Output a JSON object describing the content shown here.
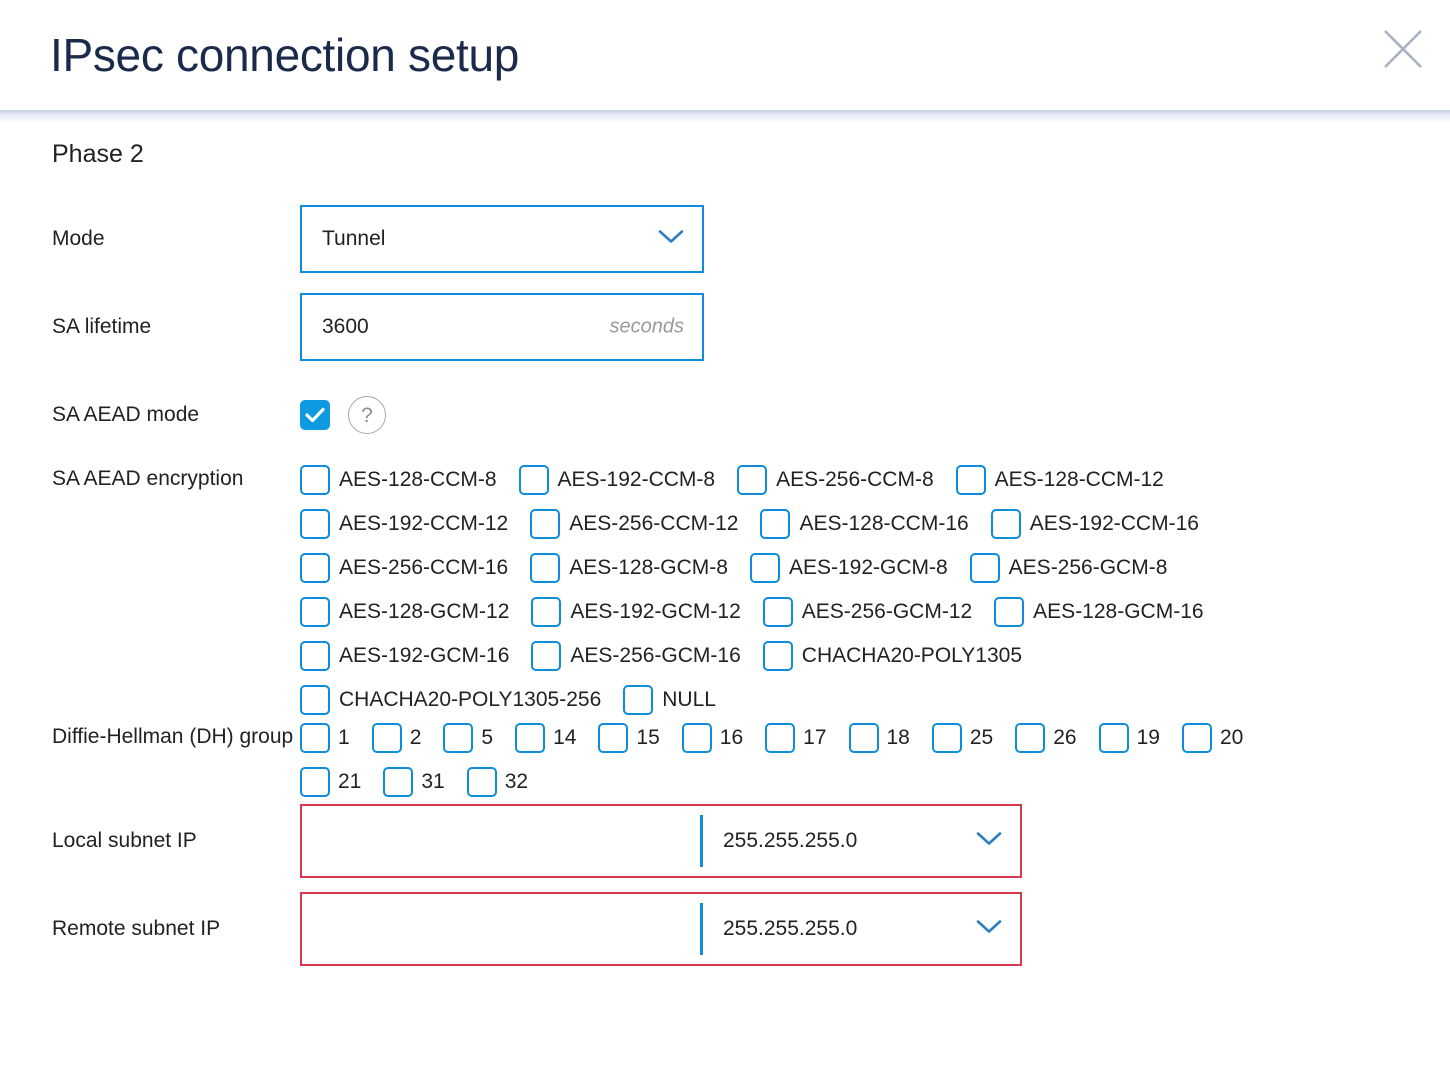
{
  "header": {
    "title": "IPsec connection setup",
    "close_icon": "close-icon"
  },
  "section": {
    "title": "Phase 2"
  },
  "fields": {
    "mode": {
      "label": "Mode",
      "value": "Tunnel",
      "options": [
        "Tunnel"
      ]
    },
    "sa_lifetime": {
      "label": "SA lifetime",
      "value": "3600",
      "suffix": "seconds"
    },
    "sa_aead_mode": {
      "label": "SA AEAD mode",
      "checked": true,
      "help": "?"
    },
    "sa_aead_encryption": {
      "label": "SA AEAD encryption",
      "options": [
        {
          "label": "AES-128-CCM-8",
          "checked": false
        },
        {
          "label": "AES-192-CCM-8",
          "checked": false
        },
        {
          "label": "AES-256-CCM-8",
          "checked": false
        },
        {
          "label": "AES-128-CCM-12",
          "checked": false
        },
        {
          "label": "AES-192-CCM-12",
          "checked": false
        },
        {
          "label": "AES-256-CCM-12",
          "checked": false
        },
        {
          "label": "AES-128-CCM-16",
          "checked": false
        },
        {
          "label": "AES-192-CCM-16",
          "checked": false
        },
        {
          "label": "AES-256-CCM-16",
          "checked": false
        },
        {
          "label": "AES-128-GCM-8",
          "checked": false
        },
        {
          "label": "AES-192-GCM-8",
          "checked": false
        },
        {
          "label": "AES-256-GCM-8",
          "checked": false
        },
        {
          "label": "AES-128-GCM-12",
          "checked": false
        },
        {
          "label": "AES-192-GCM-12",
          "checked": false
        },
        {
          "label": "AES-256-GCM-12",
          "checked": false
        },
        {
          "label": "AES-128-GCM-16",
          "checked": false
        },
        {
          "label": "AES-192-GCM-16",
          "checked": false
        },
        {
          "label": "AES-256-GCM-16",
          "checked": false
        },
        {
          "label": "CHACHA20-POLY1305",
          "checked": false
        },
        {
          "label": "CHACHA20-POLY1305-256",
          "checked": false
        },
        {
          "label": "NULL",
          "checked": false
        }
      ]
    },
    "dh_group": {
      "label": "Diffie-Hellman (DH) group",
      "options": [
        {
          "label": "1",
          "checked": false
        },
        {
          "label": "2",
          "checked": false
        },
        {
          "label": "5",
          "checked": false
        },
        {
          "label": "14",
          "checked": false
        },
        {
          "label": "15",
          "checked": false
        },
        {
          "label": "16",
          "checked": false
        },
        {
          "label": "17",
          "checked": false
        },
        {
          "label": "18",
          "checked": false
        },
        {
          "label": "25",
          "checked": false
        },
        {
          "label": "26",
          "checked": false
        },
        {
          "label": "19",
          "checked": false
        },
        {
          "label": "20",
          "checked": false
        },
        {
          "label": "21",
          "checked": false
        },
        {
          "label": "31",
          "checked": false
        },
        {
          "label": "32",
          "checked": false
        }
      ]
    },
    "local_subnet": {
      "label": "Local subnet IP",
      "value": "",
      "placeholder": "",
      "mask": "255.255.255.0",
      "error": true
    },
    "remote_subnet": {
      "label": "Remote subnet IP",
      "value": "",
      "placeholder": "",
      "mask": "255.255.255.0",
      "error": true
    }
  },
  "colors": {
    "accent_blue": "#0d8ddb",
    "checkbox_checked": "#0d9ae0",
    "error_red": "#d8394f",
    "title_navy": "#1b2a4a",
    "text": "#222222",
    "muted": "#9a9a9a"
  }
}
